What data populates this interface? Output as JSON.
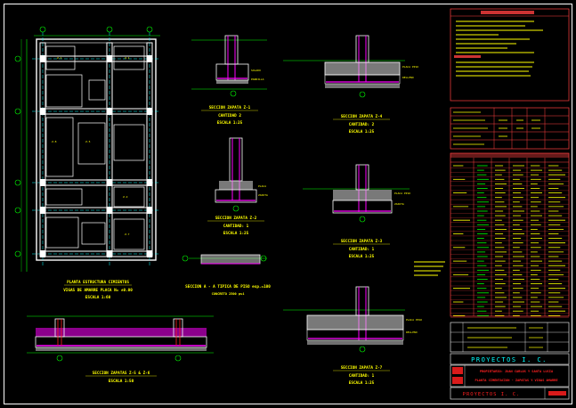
{
  "plan": {
    "title_line1": "PLANTA ESTRUCTURA CIMIENTOS",
    "title_line2": "VIGAS DE AMARRE PLACA  N= ±0.00",
    "title_line3": "ESCALA   1:60",
    "labels": [
      "Z-1",
      "Z-1",
      "Z-8",
      "Z-5",
      "Z-2",
      "Z-7"
    ]
  },
  "sections": [
    {
      "line1": "SECCION ZAPATA Z-1",
      "line2": "CANTIDAD 2",
      "line3": "ESCALA  1:25"
    },
    {
      "line1": "SECCION ZAPATA Z-4",
      "line2": "CANTIDAD: 2",
      "line3": "ESCALA  1:25"
    },
    {
      "line1": "SECCION ZAPATA Z-2",
      "line2": "CANTIDAD: 1",
      "line3": "ESCALA  1:25"
    },
    {
      "line1": "SECCION ZAPATA Z-3",
      "line2": "CANTIDAD: 1",
      "line3": "ESCALA  1:25"
    },
    {
      "line1": "SECCION ZAPATA Z-7",
      "line2": "CANTIDAD: 1",
      "line3": "ESCALA  1:25"
    },
    {
      "line1": "SECCION ZAPATAS Z-5 & Z-6",
      "line2": "ESCALA   1:50",
      "line3": ""
    }
  ],
  "piso": {
    "line1": "SECCION A - A TIPICA DE PISO  esp.=100",
    "line2": "CONCRETO 2500 psi"
  },
  "title_block": {
    "company": "PROYECTOS  I. C.",
    "red_line1": "PROPIETARIO: JUAN CARLOS Y SANTA LUCIA",
    "red_line2": "PLANTA CIMENTACION - ZAPATAS Y VIGAS AMARRE",
    "footer": "PROYECTOS  I. C."
  },
  "colors": {
    "background": "#000000",
    "annotation": "#ffff00",
    "concrete": "#ffffff",
    "rebar": "#ff00ff",
    "rebar_red": "#ff2020",
    "tables": "#ff4040",
    "dims": "#00ff00",
    "grid": "#00ffff"
  }
}
